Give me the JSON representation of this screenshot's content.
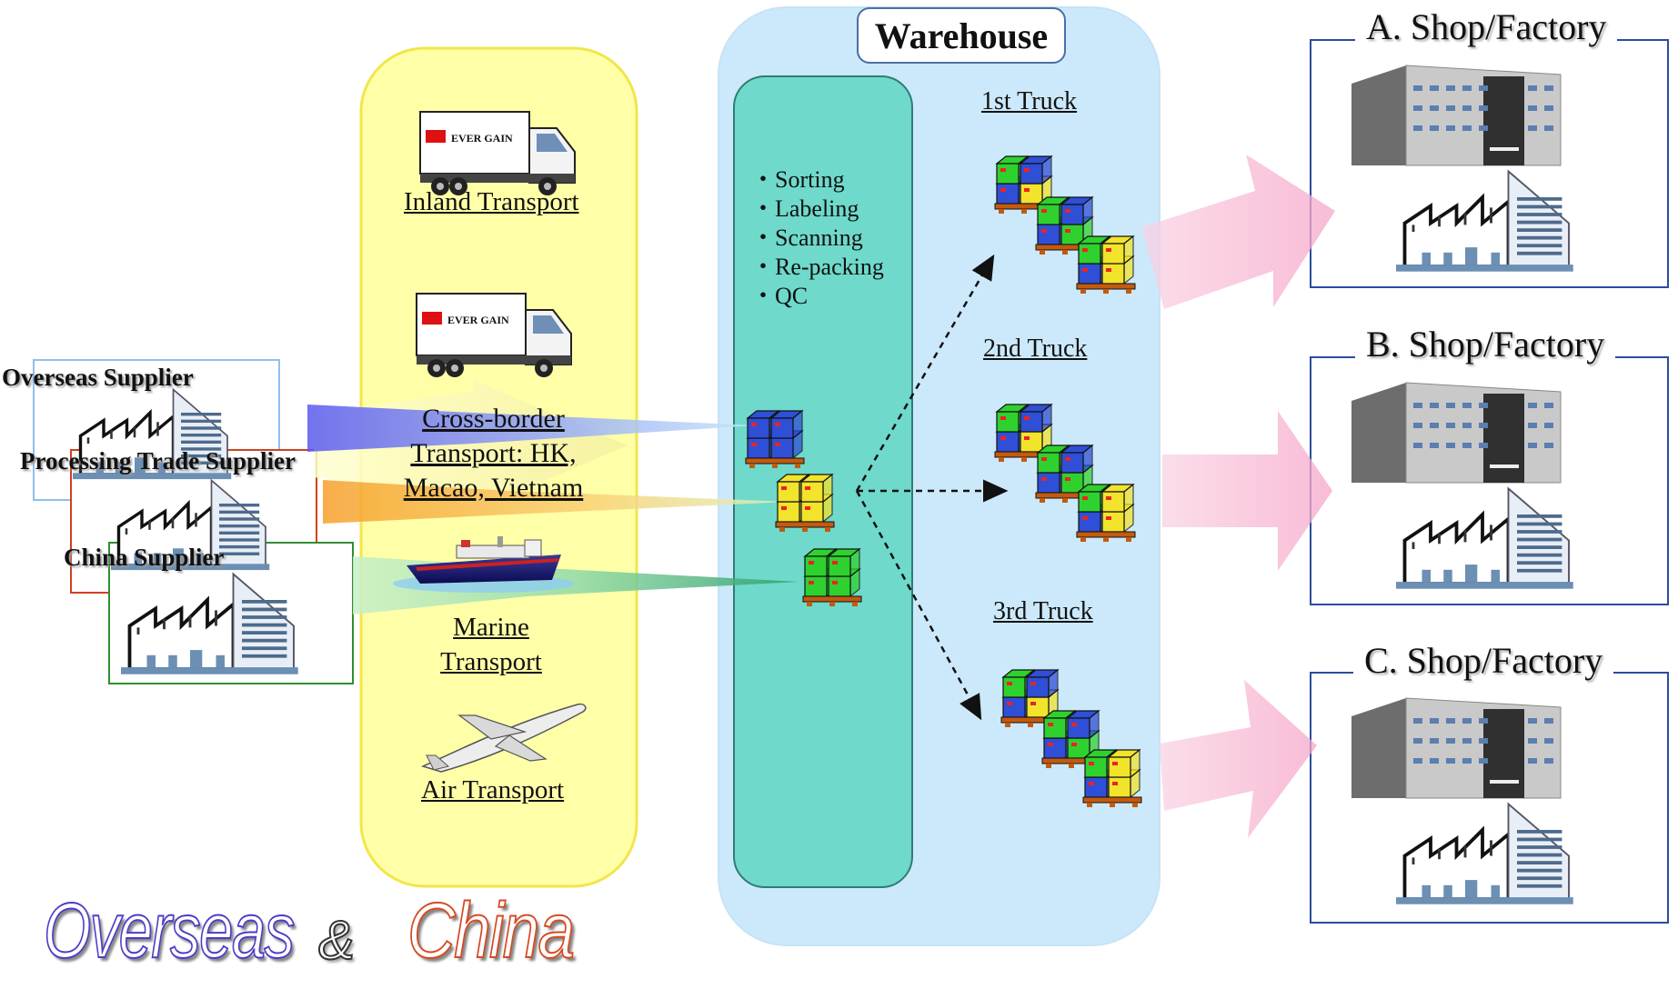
{
  "warehouse": {
    "title": "Warehouse",
    "processes": [
      "・Sorting",
      "・Labeling",
      "・Scanning",
      "・Re-packing",
      "・QC"
    ],
    "trucks": [
      "1st Truck",
      "2nd Truck",
      "3rd Truck"
    ]
  },
  "transport": {
    "truck_brand": "EVER GAIN",
    "modes": {
      "inland": "Inland Transport",
      "crossborder": [
        "Cross-border",
        "Transport: HK,",
        "Macao, Vietnam"
      ],
      "marine": [
        "Marine ",
        "Transport"
      ],
      "air": "Air Transport"
    }
  },
  "suppliers": {
    "overseas": "Overseas Supplier",
    "processing": "Processing Trade Supplier",
    "china": "China Supplier"
  },
  "destinations": [
    "A. Shop/Factory",
    "B. Shop/Factory",
    "C. Shop/Factory"
  ],
  "branding": {
    "left": "Overseas",
    "amp": "&",
    "right": "China"
  },
  "colors": {
    "transport_panel": "#ffffa8",
    "transport_border": "#f2e64a",
    "warehouse_panel": "#cce9fb",
    "process_panel": "#6fd9cb",
    "overseas_arrow": "#6f6ff2",
    "processing_arrow": "#f6a93a",
    "china_arrow": "#3fae6b",
    "destination_arrow": "#f7b2cf",
    "box_blue": "#2f4fd6",
    "box_green": "#2fd12f",
    "box_yellow": "#f2e32b",
    "pallet": "#c25a10"
  }
}
